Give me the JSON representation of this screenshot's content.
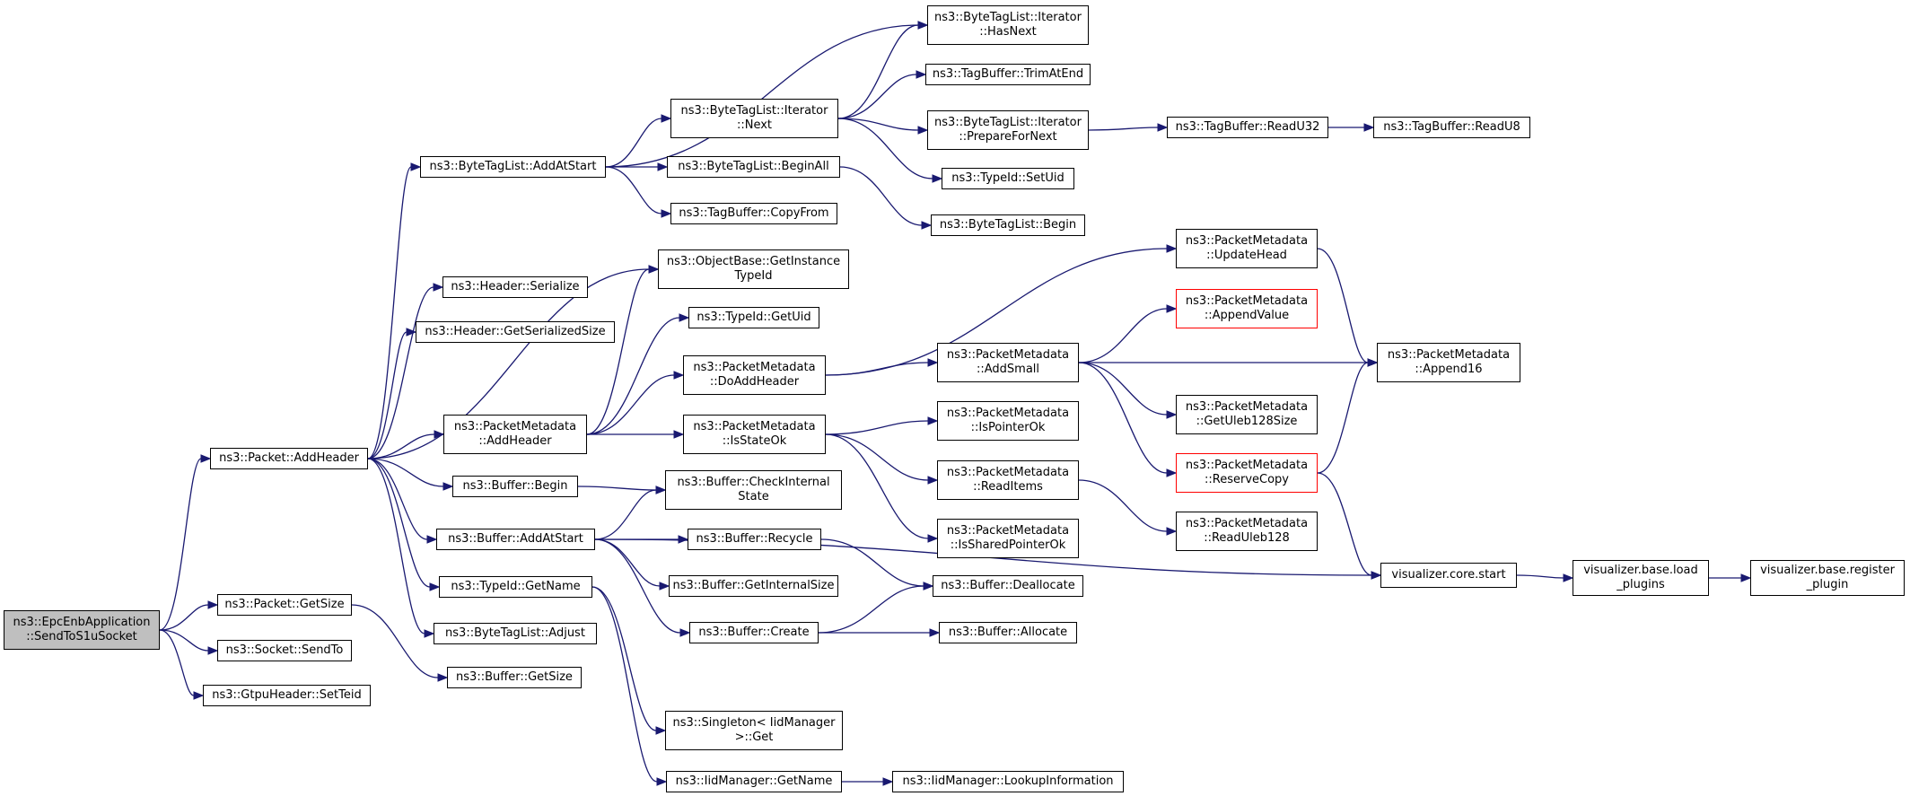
{
  "diagram": {
    "colors": {
      "edge": "#191970",
      "root_fill": "#bfbfbf",
      "border": "#000000",
      "incomplete_border": "#ff0000"
    },
    "nodes": [
      {
        "id": "root",
        "lines": [
          "ns3::EpcEnbApplication",
          "::SendToS1uSocket"
        ],
        "root": true
      },
      {
        "id": "packet_addheader",
        "lines": [
          "ns3::Packet::AddHeader"
        ]
      },
      {
        "id": "packet_getsize",
        "lines": [
          "ns3::Packet::GetSize"
        ]
      },
      {
        "id": "socket_sendto",
        "lines": [
          "ns3::Socket::SendTo"
        ]
      },
      {
        "id": "gtpu_setteid",
        "lines": [
          "ns3::GtpuHeader::SetTeid"
        ]
      },
      {
        "id": "btl_addatstart",
        "lines": [
          "ns3::ByteTagList::AddAtStart"
        ]
      },
      {
        "id": "header_serialize",
        "lines": [
          "ns3::Header::Serialize"
        ]
      },
      {
        "id": "header_getsersize",
        "lines": [
          "ns3::Header::GetSerializedSize"
        ]
      },
      {
        "id": "pm_addheader",
        "lines": [
          "ns3::PacketMetadata",
          "::AddHeader"
        ]
      },
      {
        "id": "buffer_begin",
        "lines": [
          "ns3::Buffer::Begin"
        ]
      },
      {
        "id": "buffer_addatstart",
        "lines": [
          "ns3::Buffer::AddAtStart"
        ]
      },
      {
        "id": "typeid_getname",
        "lines": [
          "ns3::TypeId::GetName"
        ]
      },
      {
        "id": "btl_adjust",
        "lines": [
          "ns3::ByteTagList::Adjust"
        ]
      },
      {
        "id": "buffer_getsize",
        "lines": [
          "ns3::Buffer::GetSize"
        ]
      },
      {
        "id": "btl_iter_next",
        "lines": [
          "ns3::ByteTagList::Iterator",
          "::Next"
        ]
      },
      {
        "id": "btl_beginall",
        "lines": [
          "ns3::ByteTagList::BeginAll"
        ]
      },
      {
        "id": "tagbuf_copyfrom",
        "lines": [
          "ns3::TagBuffer::CopyFrom"
        ]
      },
      {
        "id": "ob_getinstancetypeid",
        "lines": [
          "ns3::ObjectBase::GetInstance",
          "TypeId"
        ]
      },
      {
        "id": "typeid_getuid",
        "lines": [
          "ns3::TypeId::GetUid"
        ]
      },
      {
        "id": "pm_doaddheader",
        "lines": [
          "ns3::PacketMetadata",
          "::DoAddHeader"
        ]
      },
      {
        "id": "pm_isstateok",
        "lines": [
          "ns3::PacketMetadata",
          "::IsStateOk"
        ]
      },
      {
        "id": "buffer_checkinternal",
        "lines": [
          "ns3::Buffer::CheckInternal",
          "State"
        ]
      },
      {
        "id": "buffer_recycle",
        "lines": [
          "ns3::Buffer::Recycle"
        ]
      },
      {
        "id": "buffer_getinternalsize",
        "lines": [
          "ns3::Buffer::GetInternalSize"
        ]
      },
      {
        "id": "buffer_create",
        "lines": [
          "ns3::Buffer::Create"
        ]
      },
      {
        "id": "singleton_get",
        "lines": [
          "ns3::Singleton< IidManager",
          " >::Get"
        ]
      },
      {
        "id": "iid_getname",
        "lines": [
          "ns3::IidManager::GetName"
        ]
      },
      {
        "id": "btl_iter_hasnext",
        "lines": [
          "ns3::ByteTagList::Iterator",
          "::HasNext"
        ]
      },
      {
        "id": "tagbuf_trimatend",
        "lines": [
          "ns3::TagBuffer::TrimAtEnd"
        ]
      },
      {
        "id": "btl_iter_preparefornext",
        "lines": [
          "ns3::ByteTagList::Iterator",
          "::PrepareForNext"
        ]
      },
      {
        "id": "typeid_setuid",
        "lines": [
          "ns3::TypeId::SetUid"
        ]
      },
      {
        "id": "btl_begin",
        "lines": [
          "ns3::ByteTagList::Begin"
        ]
      },
      {
        "id": "pm_addsmall",
        "lines": [
          "ns3::PacketMetadata",
          "::AddSmall"
        ]
      },
      {
        "id": "pm_ispointerok",
        "lines": [
          "ns3::PacketMetadata",
          "::IsPointerOk"
        ]
      },
      {
        "id": "pm_readitems",
        "lines": [
          "ns3::PacketMetadata",
          "::ReadItems"
        ]
      },
      {
        "id": "pm_issharedpointerok",
        "lines": [
          "ns3::PacketMetadata",
          "::IsSharedPointerOk"
        ]
      },
      {
        "id": "buffer_deallocate",
        "lines": [
          "ns3::Buffer::Deallocate"
        ]
      },
      {
        "id": "buffer_allocate",
        "lines": [
          "ns3::Buffer::Allocate"
        ]
      },
      {
        "id": "iid_lookupinformation",
        "lines": [
          "ns3::IidManager::LookupInformation"
        ]
      },
      {
        "id": "tagbuf_readu32",
        "lines": [
          "ns3::TagBuffer::ReadU32"
        ]
      },
      {
        "id": "tagbuf_readu8",
        "lines": [
          "ns3::TagBuffer::ReadU8"
        ]
      },
      {
        "id": "pm_updatehead",
        "lines": [
          "ns3::PacketMetadata",
          "::UpdateHead"
        ]
      },
      {
        "id": "pm_appendvalue",
        "lines": [
          "ns3::PacketMetadata",
          "::AppendValue"
        ],
        "incomplete": true
      },
      {
        "id": "pm_getuleb128size",
        "lines": [
          "ns3::PacketMetadata",
          "::GetUleb128Size"
        ]
      },
      {
        "id": "pm_reservecopy",
        "lines": [
          "ns3::PacketMetadata",
          "::ReserveCopy"
        ],
        "incomplete": true
      },
      {
        "id": "pm_readuleb128",
        "lines": [
          "ns3::PacketMetadata",
          "::ReadUleb128"
        ]
      },
      {
        "id": "pm_append16",
        "lines": [
          "ns3::PacketMetadata",
          "::Append16"
        ]
      },
      {
        "id": "vis_core_start",
        "lines": [
          "visualizer.core.start"
        ]
      },
      {
        "id": "vis_base_loadplugins",
        "lines": [
          "visualizer.base.load",
          "_plugins"
        ]
      },
      {
        "id": "vis_base_registerplugin",
        "lines": [
          "visualizer.base.register",
          "_plugin"
        ]
      }
    ],
    "edges": [
      [
        "root",
        "packet_addheader"
      ],
      [
        "root",
        "packet_getsize"
      ],
      [
        "root",
        "socket_sendto"
      ],
      [
        "root",
        "gtpu_setteid"
      ],
      [
        "packet_addheader",
        "btl_addatstart"
      ],
      [
        "packet_addheader",
        "header_serialize"
      ],
      [
        "packet_addheader",
        "header_getsersize"
      ],
      [
        "packet_addheader",
        "ob_getinstancetypeid"
      ],
      [
        "packet_addheader",
        "pm_addheader"
      ],
      [
        "packet_addheader",
        "buffer_begin"
      ],
      [
        "packet_addheader",
        "buffer_addatstart"
      ],
      [
        "packet_addheader",
        "typeid_getname"
      ],
      [
        "packet_addheader",
        "btl_adjust"
      ],
      [
        "packet_getsize",
        "buffer_getsize"
      ],
      [
        "btl_addatstart",
        "btl_iter_hasnext"
      ],
      [
        "btl_addatstart",
        "btl_iter_next"
      ],
      [
        "btl_addatstart",
        "btl_beginall"
      ],
      [
        "btl_addatstart",
        "tagbuf_copyfrom"
      ],
      [
        "btl_iter_next",
        "btl_iter_hasnext"
      ],
      [
        "btl_iter_next",
        "tagbuf_trimatend"
      ],
      [
        "btl_iter_next",
        "btl_iter_preparefornext"
      ],
      [
        "btl_iter_next",
        "typeid_setuid"
      ],
      [
        "btl_iter_preparefornext",
        "tagbuf_readu32"
      ],
      [
        "tagbuf_readu32",
        "tagbuf_readu8"
      ],
      [
        "btl_beginall",
        "btl_begin"
      ],
      [
        "pm_addheader",
        "ob_getinstancetypeid"
      ],
      [
        "pm_addheader",
        "typeid_getuid"
      ],
      [
        "pm_addheader",
        "pm_doaddheader"
      ],
      [
        "pm_addheader",
        "pm_isstateok"
      ],
      [
        "pm_doaddheader",
        "pm_updatehead"
      ],
      [
        "pm_doaddheader",
        "pm_addsmall"
      ],
      [
        "pm_addsmall",
        "pm_appendvalue"
      ],
      [
        "pm_addsmall",
        "pm_append16"
      ],
      [
        "pm_addsmall",
        "pm_getuleb128size"
      ],
      [
        "pm_addsmall",
        "pm_reservecopy"
      ],
      [
        "pm_updatehead",
        "pm_append16"
      ],
      [
        "pm_reservecopy",
        "pm_append16"
      ],
      [
        "pm_reservecopy",
        "vis_core_start"
      ],
      [
        "pm_isstateok",
        "pm_ispointerok"
      ],
      [
        "pm_isstateok",
        "pm_readitems"
      ],
      [
        "pm_isstateok",
        "pm_issharedpointerok"
      ],
      [
        "pm_readitems",
        "pm_readuleb128"
      ],
      [
        "buffer_begin",
        "buffer_checkinternal"
      ],
      [
        "buffer_addatstart",
        "buffer_checkinternal"
      ],
      [
        "buffer_addatstart",
        "buffer_recycle"
      ],
      [
        "buffer_addatstart",
        "buffer_getinternalsize"
      ],
      [
        "buffer_addatstart",
        "buffer_create"
      ],
      [
        "buffer_addatstart",
        "vis_core_start"
      ],
      [
        "buffer_recycle",
        "buffer_deallocate"
      ],
      [
        "buffer_create",
        "buffer_deallocate"
      ],
      [
        "buffer_create",
        "buffer_allocate"
      ],
      [
        "typeid_getname",
        "singleton_get"
      ],
      [
        "typeid_getname",
        "iid_getname"
      ],
      [
        "iid_getname",
        "iid_lookupinformation"
      ],
      [
        "vis_core_start",
        "vis_base_loadplugins"
      ],
      [
        "vis_base_loadplugins",
        "vis_base_registerplugin"
      ]
    ]
  }
}
